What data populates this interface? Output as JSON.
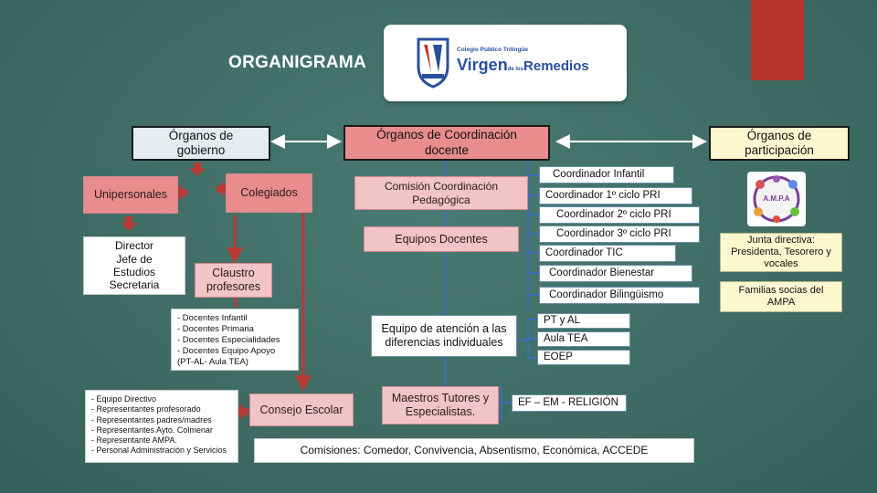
{
  "title": "ORGANIGRAMA",
  "logo": {
    "line1": "Colegio Público Trilingüe",
    "name_a": "Virgen",
    "name_b": "de los",
    "name_c": "Remedios"
  },
  "accent_red": "#b83a36",
  "headers": {
    "gobierno": "Órganos de gobierno",
    "coordinacion": "Órganos de Coordinación docente",
    "participacion": "Órganos de participación"
  },
  "gobierno": {
    "unipersonales": "Unipersonales",
    "colegiados": "Colegiados",
    "unipersonales_list": [
      "Director",
      "Jefe de",
      "Estudios",
      "Secretaria"
    ],
    "claustro": "Claustro profesores",
    "claustro_list": [
      "- Docentes Infantil",
      "- Docentes Primaria",
      "- Docentes Especialidades",
      "- Docentes Equipo Apoyo",
      "(PT-AL- Aula TEA)"
    ],
    "consejo": "Consejo Escolar",
    "consejo_list": [
      "- Equipo Directivo",
      "- Representantes profesorado",
      "- Representantes padres/madres",
      "- Representantes Ayto. Colmenar",
      "- Representante AMPA.",
      "- Personal Administración y Servicios"
    ]
  },
  "coordinacion": {
    "ccp": "Comisión Coordinación Pedagógica",
    "equipos": "Equipos Docentes",
    "atencion": "Equipo de atención a las diferencias individuales",
    "tutores": "Maestros Tutores y Especialistas.",
    "coordinadores": [
      "Coordinador Infantil",
      "Coordinador 1º ciclo PRI",
      "Coordinador 2º ciclo PRI",
      "Coordinador 3º ciclo PRI",
      "Coordinador TIC",
      "Coordinador Bienestar",
      "Coordinador Bilingüismo"
    ],
    "atencion_items": [
      "PT y AL",
      "Aula TEA",
      "EOEP"
    ],
    "especialidades": "EF – EM - RELIGIÓN",
    "comisiones": "Comisiones: Comedor, Convivencia, Absentismo, Económica, ACCEDE"
  },
  "participacion": {
    "ampa_logo_text": "A.M.P.A",
    "junta": "Junta directiva: Presidenta, Tesorero y vocales",
    "familias": "Familias socias del AMPA"
  }
}
